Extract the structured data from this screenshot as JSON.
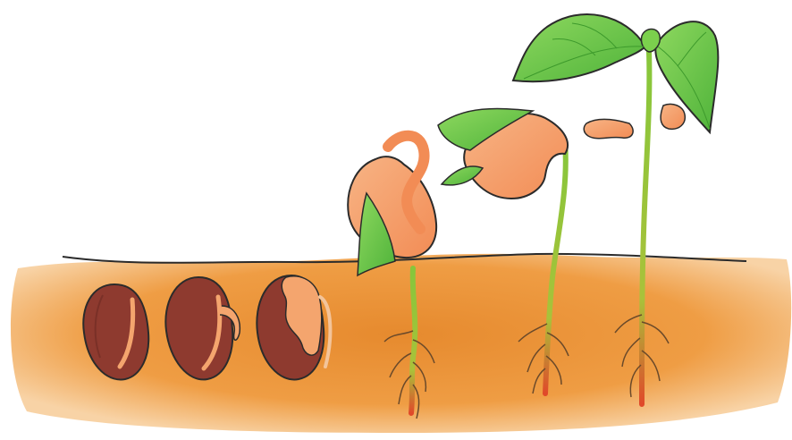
{
  "illustration": {
    "stages": [
      {
        "id": "seed-1",
        "kind": "seed"
      },
      {
        "id": "seed-2",
        "kind": "seed-radicle"
      },
      {
        "id": "seed-3",
        "kind": "seed-splitting"
      },
      {
        "id": "seedling-1",
        "kind": "hook"
      },
      {
        "id": "seedling-2",
        "kind": "emerging"
      },
      {
        "id": "seedling-3",
        "kind": "young-plant"
      }
    ],
    "colors": {
      "soil_light": "#f6c58d",
      "soil_dark": "#e98c2f",
      "seed_coat": "#8e3a2f",
      "seed_coat_dark": "#6d2a23",
      "cotyledon": "#f4a56e",
      "leaf": "#6cc84a",
      "leaf_dark": "#3d9a2c",
      "stem_top": "#86c63b",
      "stem_bottom": "#e0492a",
      "root": "#6b4a2a",
      "outline": "#2b2b2b"
    }
  }
}
